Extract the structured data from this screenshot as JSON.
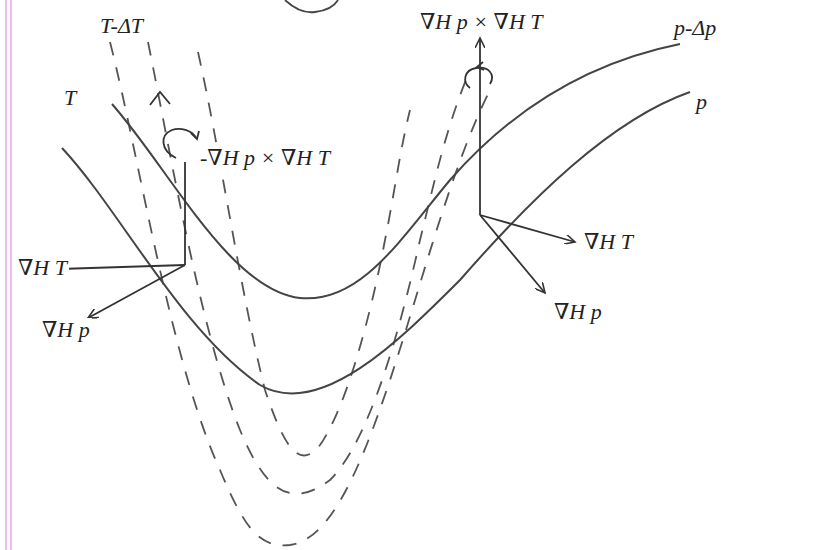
{
  "diagram": {
    "labels": [
      "T-ΔT",
      "∇H p × ∇H T",
      "p-Δp",
      "T",
      "p",
      "-∇H p × ∇H T",
      "∇H T",
      "∇H p",
      "∇H T",
      "∇H p"
    ]
  }
}
